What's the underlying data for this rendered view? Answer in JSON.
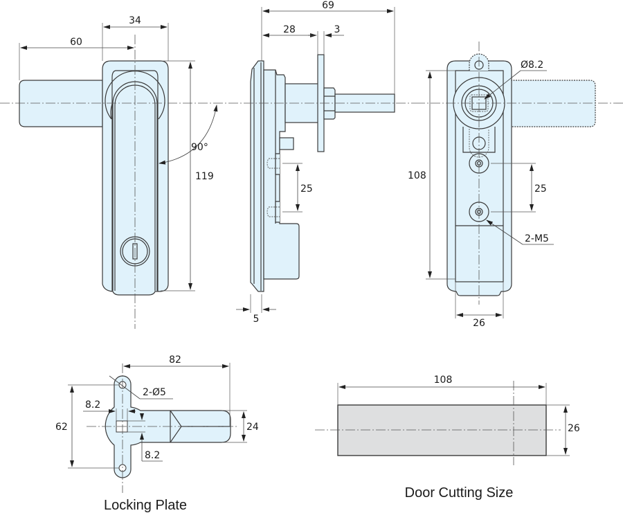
{
  "drawing": {
    "title": "Door handle lock technical drawing",
    "colors": {
      "part_fill": "#e0f2fb",
      "cut_fill": "#dedfe0",
      "line": "#3a3a3a"
    },
    "front_view": {
      "dims": {
        "handle_offset": "60",
        "body_width": "34",
        "body_height": "119",
        "rotation": "90°"
      }
    },
    "side_view": {
      "dims": {
        "overall_depth": "69",
        "plate_offset": "28",
        "plate_thickness": "3",
        "screw_pitch": "25",
        "flange": "5"
      }
    },
    "back_view": {
      "dims": {
        "square_hole": "Ø8.2",
        "mount_height": "108",
        "screw_pitch": "25",
        "screws": "2-M5",
        "width": "26"
      }
    },
    "locking_plate": {
      "caption": "Locking Plate",
      "dims": {
        "length": "82",
        "holes": "2-Ø5",
        "square_w": "8.2",
        "square_h": "8.2",
        "height": "62",
        "arm_width": "24"
      }
    },
    "door_cutting": {
      "caption": "Door Cutting Size",
      "dims": {
        "width": "108",
        "height": "26"
      }
    }
  }
}
